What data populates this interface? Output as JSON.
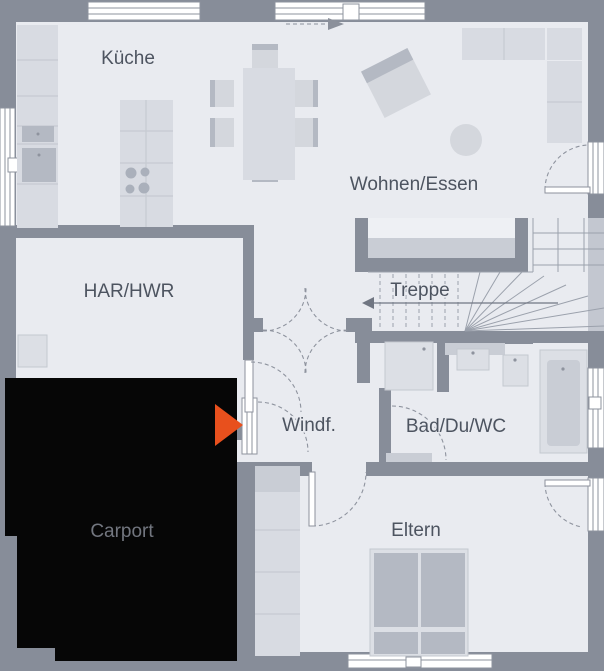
{
  "plan": {
    "type": "floor-plan-ground-floor",
    "rooms": {
      "kitchen": {
        "label": "Küche"
      },
      "living": {
        "label": "Wohnen/Essen"
      },
      "utility": {
        "label": "HAR/HWR"
      },
      "stairs": {
        "label": "Treppe"
      },
      "vestibule": {
        "label": "Windf."
      },
      "bath": {
        "label": "Bad/Du/WC"
      },
      "parents": {
        "label": "Eltern"
      },
      "carport": {
        "label": "Carport"
      }
    },
    "icons": {
      "entrance_arrow": "triangle-right",
      "stair_direction_arrow": "arrow-left",
      "entry_flow_arrow": "dashed-arrow-right"
    },
    "colors": {
      "wall": "#878d99",
      "floor": "#e9ebf0",
      "furniture_light": "#d8dbe2",
      "furniture_dark": "#b4b9c3",
      "carport_fill": "#060606",
      "entrance_arrow": "#e8501d",
      "window": "#ffffff",
      "label_text": "#4d5460"
    }
  }
}
